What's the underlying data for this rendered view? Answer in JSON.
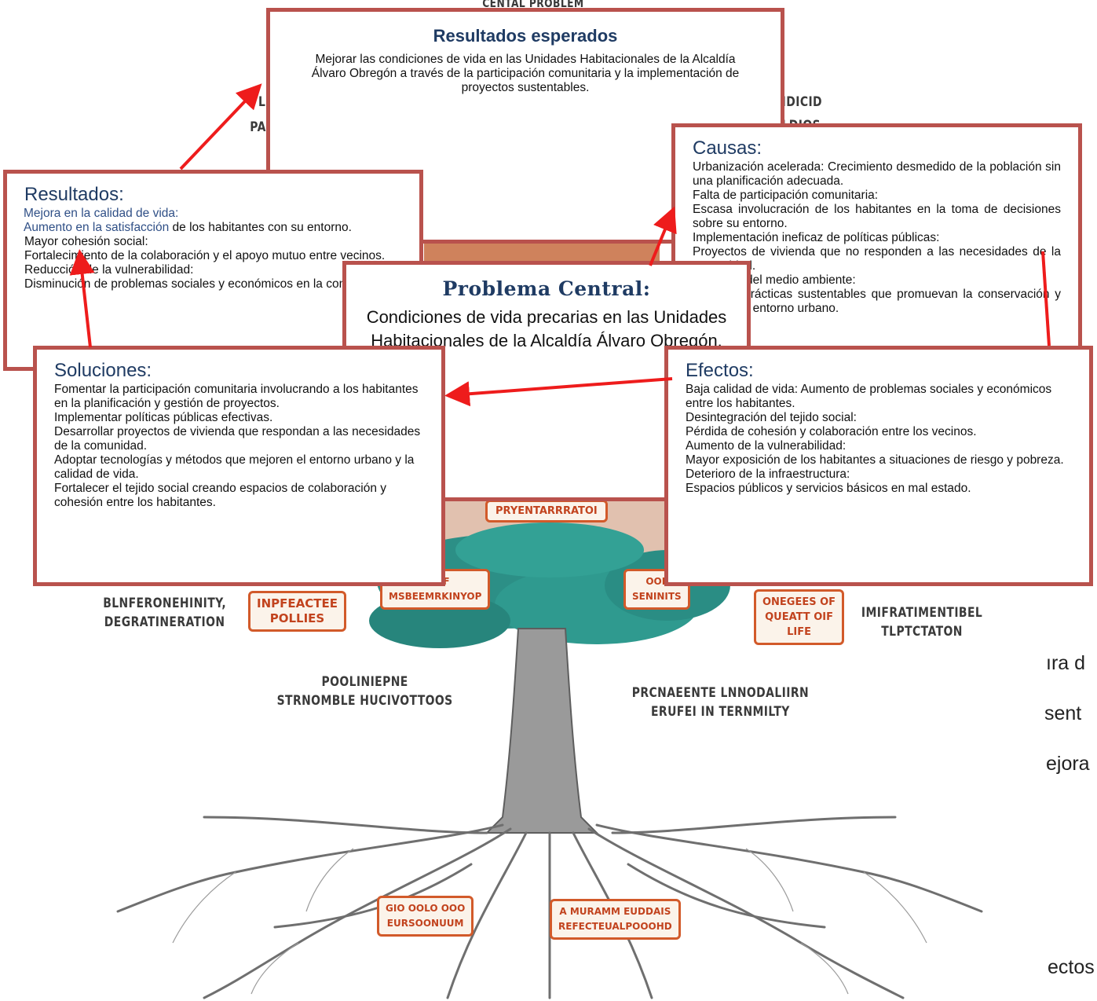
{
  "background_labels": {
    "top_partial": "CENTAL PROBLEM",
    "left_partial_1": "L",
    "left_partial_2": "PA",
    "right_partial_1": "IDICID",
    "right_partial_2": "LDIOS",
    "sign_center": "PRYENTARRRATOI",
    "sign_mid_left": "Ol OF\nMSBEEMRKINYOP",
    "sign_mid_right": "OOL\nSENINITS",
    "label_left_1": "BLNFERONEHINITY,\nDEGRATINERATION",
    "sign_left": "INPFEACTEE\nPOLLIES",
    "sign_right": "ONEGEES OF\nQUEATT OIF\nLIFE",
    "label_right_1": "IMIFRATIMENTIBEL\nTLPTCTATON",
    "label_left_2": "POOLINIEPNE\nSTRNOMBLE HUCIVOTTOOS",
    "label_right_2": "PRCNAEENTE LNNODALIIRN\nERUFEI IN TERNMILTY",
    "root_sign_left": "GIO  OOLO  OOO\nEURSOONUUM",
    "root_sign_right": "A MURAMM EUDDAIS\nREFECTEUALPOOOHD"
  },
  "side_fragments": [
    "ıra d",
    "sent",
    "ejora",
    "ectos"
  ],
  "boxes": {
    "resultados_esperados": {
      "title": "Resultados esperados",
      "body": "Mejorar las condiciones de vida en las Unidades Habitacionales de la Alcaldía Álvaro Obregón a través de la participación comunitaria y la implementación de proyectos sustentables."
    },
    "causas": {
      "title": "Causas:",
      "lines": [
        "Urbanización acelerada: Crecimiento desmedido de la población sin una planificación adecuada.",
        "Falta de participación comunitaria:",
        "Escasa involucración de los habitantes en la toma de decisiones sobre su entorno.",
        "Implementación ineficaz de políticas públicas:",
        "Proyectos de vivienda que no responden a las necesidades de la comunidad.",
        "Deterioro del medio ambiente:",
        "Falta de prácticas sustentables que promuevan la conservación y mejora del entorno urbano."
      ]
    },
    "resultados": {
      "title": "Resultados:",
      "line1": "Mejora en la calidad de vida:",
      "line2_blue": "Aumento en la satisfacción",
      "line2_rest": " de los habitantes con su entorno.",
      "lines": [
        "Mayor cohesión social:",
        "Fortalecimiento de la colaboración y el apoyo mutuo entre vecinos.",
        "Reducción de la vulnerabilidad:",
        "Disminución de problemas sociales y económicos en la comunidad."
      ]
    },
    "problema": {
      "title": "Problema Central:",
      "body": "Condiciones de vida precarias en las Unidades Habitacionales de la Alcaldía Álvaro Obregón."
    },
    "soluciones": {
      "title": "Soluciones:",
      "lines": [
        "Fomentar la participación comunitaria involucrando a los habitantes en la planificación y gestión de proyectos.",
        "Implementar políticas públicas efectivas.",
        "Desarrollar proyectos de vivienda que respondan a las necesidades de la comunidad.",
        "Adoptar tecnologías y métodos que mejoren el entorno urbano y la calidad de vida.",
        "Fortalecer el tejido social creando espacios de colaboración y cohesión entre los habitantes."
      ]
    },
    "efectos": {
      "title": "Efectos:",
      "lines": [
        "Baja calidad de vida: Aumento de problemas sociales y económicos entre los habitantes.",
        "Desintegración del tejido social:",
        "Pérdida de cohesión y colaboración entre los vecinos.",
        "Aumento de la vulnerabilidad:",
        "Mayor exposición de los habitantes a situaciones de riesgo y pobreza.",
        "Deterioro de la infraestructura:",
        "Espacios públicos y servicios básicos en mal estado."
      ]
    }
  },
  "colors": {
    "box_border": "#b9524d",
    "arrow": "#ee1c1c",
    "title_blue": "#1f3b63",
    "foliage": "#2c8f86",
    "trunk": "#8d8d8d"
  }
}
